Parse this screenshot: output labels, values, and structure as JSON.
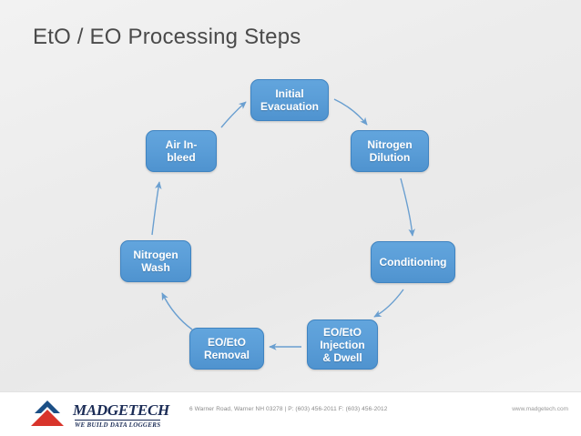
{
  "slide": {
    "title": "EtO / EO Processing Steps",
    "background_color": "#eeeeee",
    "node_color": "#5b9ed8",
    "arrow_color": "#5b9bd5"
  },
  "diagram": {
    "type": "cycle-flow",
    "nodes": [
      {
        "id": "initial-evacuation",
        "label": "Initial\nEvacuation"
      },
      {
        "id": "nitrogen-dilution",
        "label": "Nitrogen\nDilution"
      },
      {
        "id": "conditioning",
        "label": "Conditioning"
      },
      {
        "id": "eo-injection-dwell",
        "label": "EO/EtO\nInjection\n& Dwell"
      },
      {
        "id": "eo-removal",
        "label": "EO/EtO\nRemoval"
      },
      {
        "id": "nitrogen-wash",
        "label": "Nitrogen\nWash"
      },
      {
        "id": "air-in-bleed",
        "label": "Air In-\nbleed"
      }
    ],
    "edges": [
      {
        "from": "air-in-bleed",
        "to": "initial-evacuation"
      },
      {
        "from": "initial-evacuation",
        "to": "nitrogen-dilution"
      },
      {
        "from": "nitrogen-dilution",
        "to": "conditioning"
      },
      {
        "from": "conditioning",
        "to": "eo-injection-dwell"
      },
      {
        "from": "eo-injection-dwell",
        "to": "eo-removal"
      },
      {
        "from": "eo-removal",
        "to": "nitrogen-wash"
      },
      {
        "from": "nitrogen-wash",
        "to": "air-in-bleed"
      }
    ]
  },
  "footer": {
    "logo_wordmark": "MADGETECH",
    "logo_tagline": "WE BUILD DATA LOGGERS",
    "contact": "6 Warner Road, Warner NH 03278  |  P: (603) 456-2011 F: (603) 456-2012",
    "website": "www.madgetech.com"
  }
}
